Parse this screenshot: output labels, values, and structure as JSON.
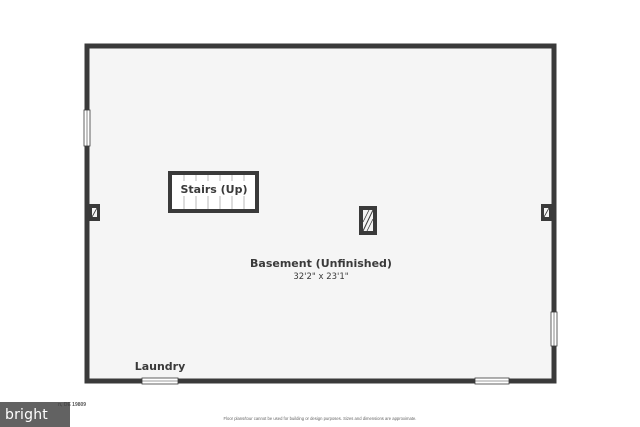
{
  "plan": {
    "rooms": [
      {
        "title": "Basement (Unfinished)",
        "dimensions": "32'2\" x 23'1\""
      }
    ],
    "labels": {
      "stairs": "Stairs (Up)",
      "laundry": "Laundry"
    }
  },
  "footer": {
    "address_fragment": "n, DE 19809",
    "disclaimer": "Floor plans/tour cannot be used for building or design purposes. Sizes and dimensions are approximate.",
    "watermark": "bright"
  },
  "colors": {
    "wall": "#3a3a3a",
    "floor": "#f5f5f5",
    "window": "#ffffff"
  }
}
